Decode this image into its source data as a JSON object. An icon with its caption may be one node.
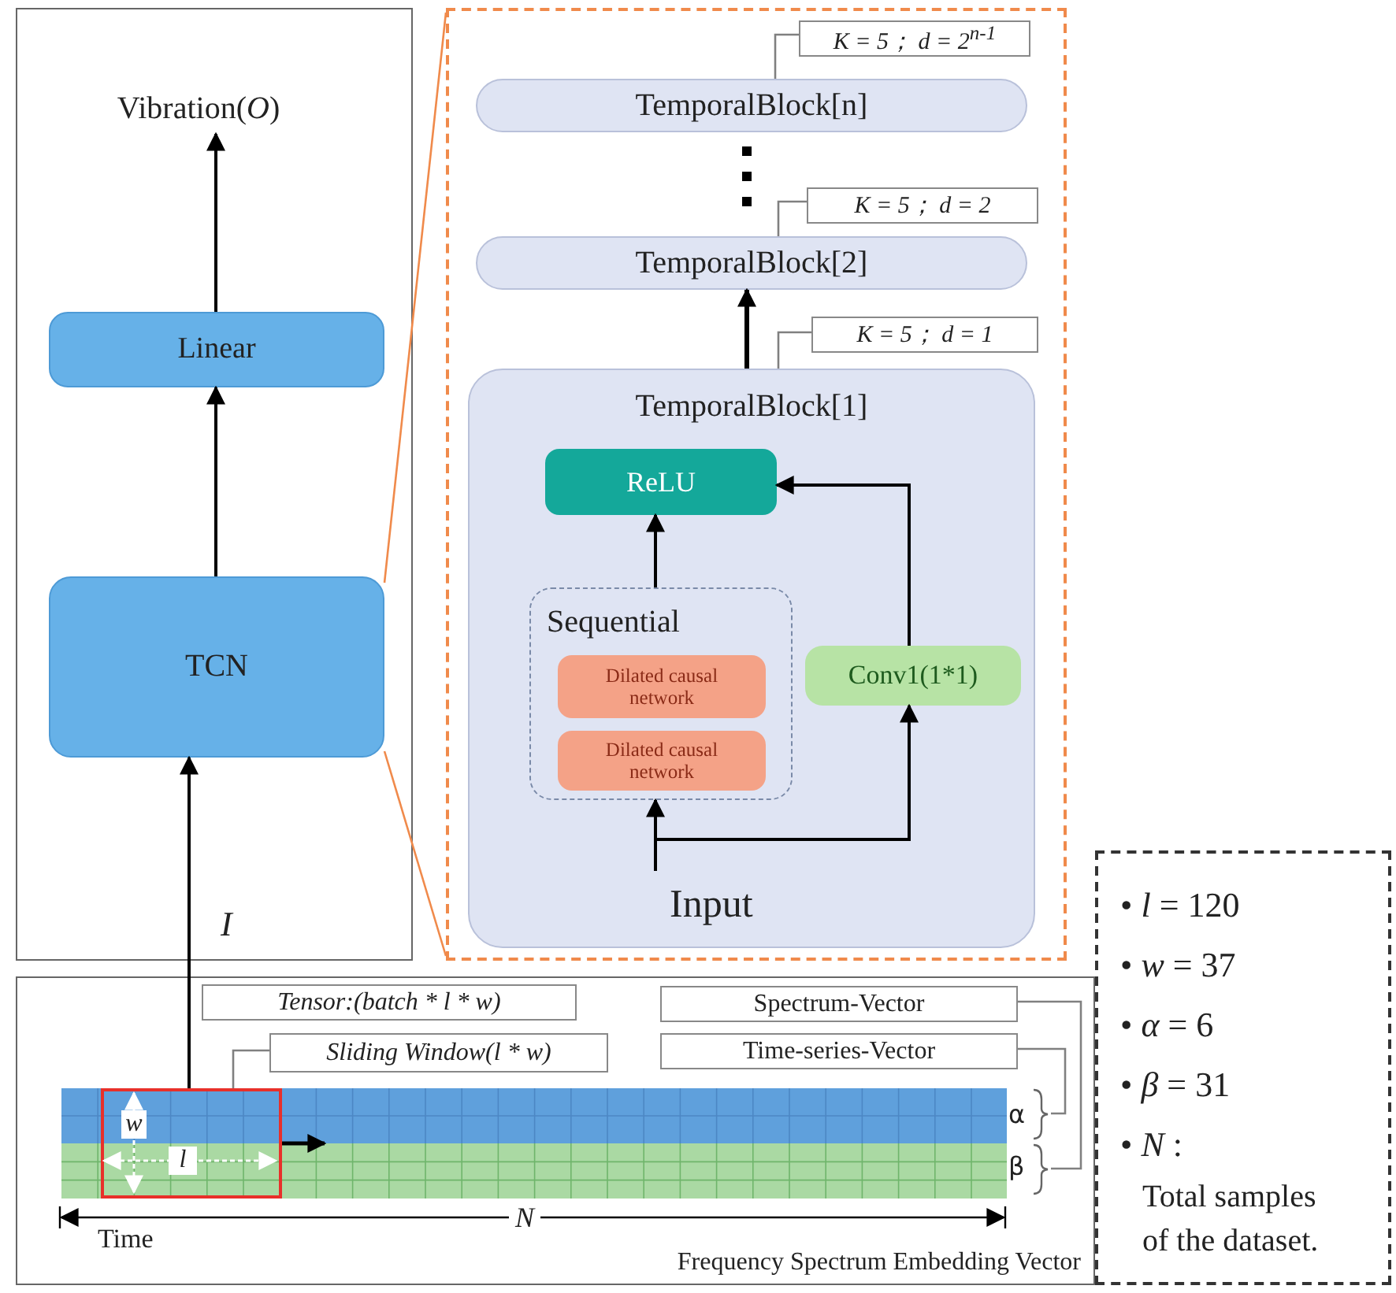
{
  "diagram": {
    "nodes": [
      {
        "text": [],
        "shape": "box"
      },
      {
        "text": [
          "Vibration(*O*)"
        ],
        "in": 0
      },
      {
        "text": [
          "Linear"
        ],
        "in": 0
      },
      {
        "text": [
          "TCN"
        ],
        "in": 0
      },
      {
        "text": [],
        "shape": "box"
      },
      {
        "text": [
          "K = 5； d = 2$^{n-1}$"
        ],
        "in": 4
      },
      {
        "text": [
          "TemporalBlock[n]"
        ],
        "in": 4
      },
      {
        "text": [
          "K = 5； d = 2"
        ],
        "in": 4
      },
      {
        "text": [
          "TemporalBlock[2]"
        ],
        "in": 4
      },
      {
        "text": [
          "K = 5； d = 1"
        ],
        "in": 4
      },
      {
        "text": [
          "TemporalBlock[1]"
        ],
        "in": 4
      },
      {
        "text": [
          "ReLU"
        ],
        "in": 10
      },
      {
        "text": [
          "Sequential"
        ],
        "in": 10
      },
      {
        "text": [
          "Dilated causal network"
        ],
        "in": 12
      },
      {
        "text": [
          "Dilated causal network"
        ],
        "in": 12
      },
      {
        "text": [
          "Conv1(1*1)"
        ],
        "in": 10
      },
      {
        "text": [
          "Input"
        ],
        "in": 10
      },
      {
        "text": [
          "Frequency Spectrum Embedding Vector"
        ]
      },
      {
        "text": [
          "Tensor:(batch * l * w)"
        ],
        "in": 17
      },
      {
        "text": [
          "Sliding Window(l * w)"
        ],
        "in": 17
      },
      {
        "text": [
          "Spectrum-Vector"
        ],
        "in": 17
      },
      {
        "text": [
          "Time-series-Vector"
        ],
        "in": 17
      },
      {
        "text": [],
        "shape": "bar",
        "in": 17
      },
      {
        "text": [],
        "shape": "box",
        "in": 17
      },
      {
        "text": [
          "• *l* = 120",
          "• *w* = 37",
          "• *α* = 6",
          "• *β* = 31",
          "• *N* :",
          "Total samples of the dataset."
        ]
      }
    ],
    "edges": [
      {
        "from": 2,
        "to": 1,
        "arrow": "to"
      },
      {
        "from": 3,
        "to": 2,
        "arrow": "to"
      },
      {
        "from": 23,
        "to": 3,
        "arrow": "to",
        "label": "I"
      },
      {
        "from": 3,
        "to": 4,
        "arrow": "none",
        "color": "#f08a4b"
      },
      {
        "from": 3,
        "to": 4,
        "arrow": "none",
        "color": "#f08a4b"
      },
      {
        "from": 5,
        "to": 6,
        "arrow": "none",
        "color": "#808080"
      },
      {
        "from": 7,
        "to": 8,
        "arrow": "none",
        "color": "#808080"
      },
      {
        "from": 9,
        "to": 10,
        "arrow": "none",
        "color": "#808080"
      },
      {
        "from": 10,
        "to": 8,
        "arrow": "to",
        "style": "thick"
      },
      {
        "from": 16,
        "to": 12,
        "arrow": "to"
      },
      {
        "from": 16,
        "to": 15,
        "arrow": "to"
      },
      {
        "from": 12,
        "to": 11,
        "arrow": "to"
      },
      {
        "from": 15,
        "to": 11,
        "arrow": "to"
      },
      {
        "from": 19,
        "to": 23,
        "arrow": "none",
        "color": "#808080"
      },
      {
        "from": 21,
        "to": 22,
        "arrow": "none",
        "color": "#808080"
      },
      {
        "from": 20,
        "to": 22,
        "arrow": "none",
        "color": "#808080"
      }
    ],
    "labels": [
      "w",
      "l",
      "α",
      "β",
      "Time",
      "N"
    ]
  }
}
